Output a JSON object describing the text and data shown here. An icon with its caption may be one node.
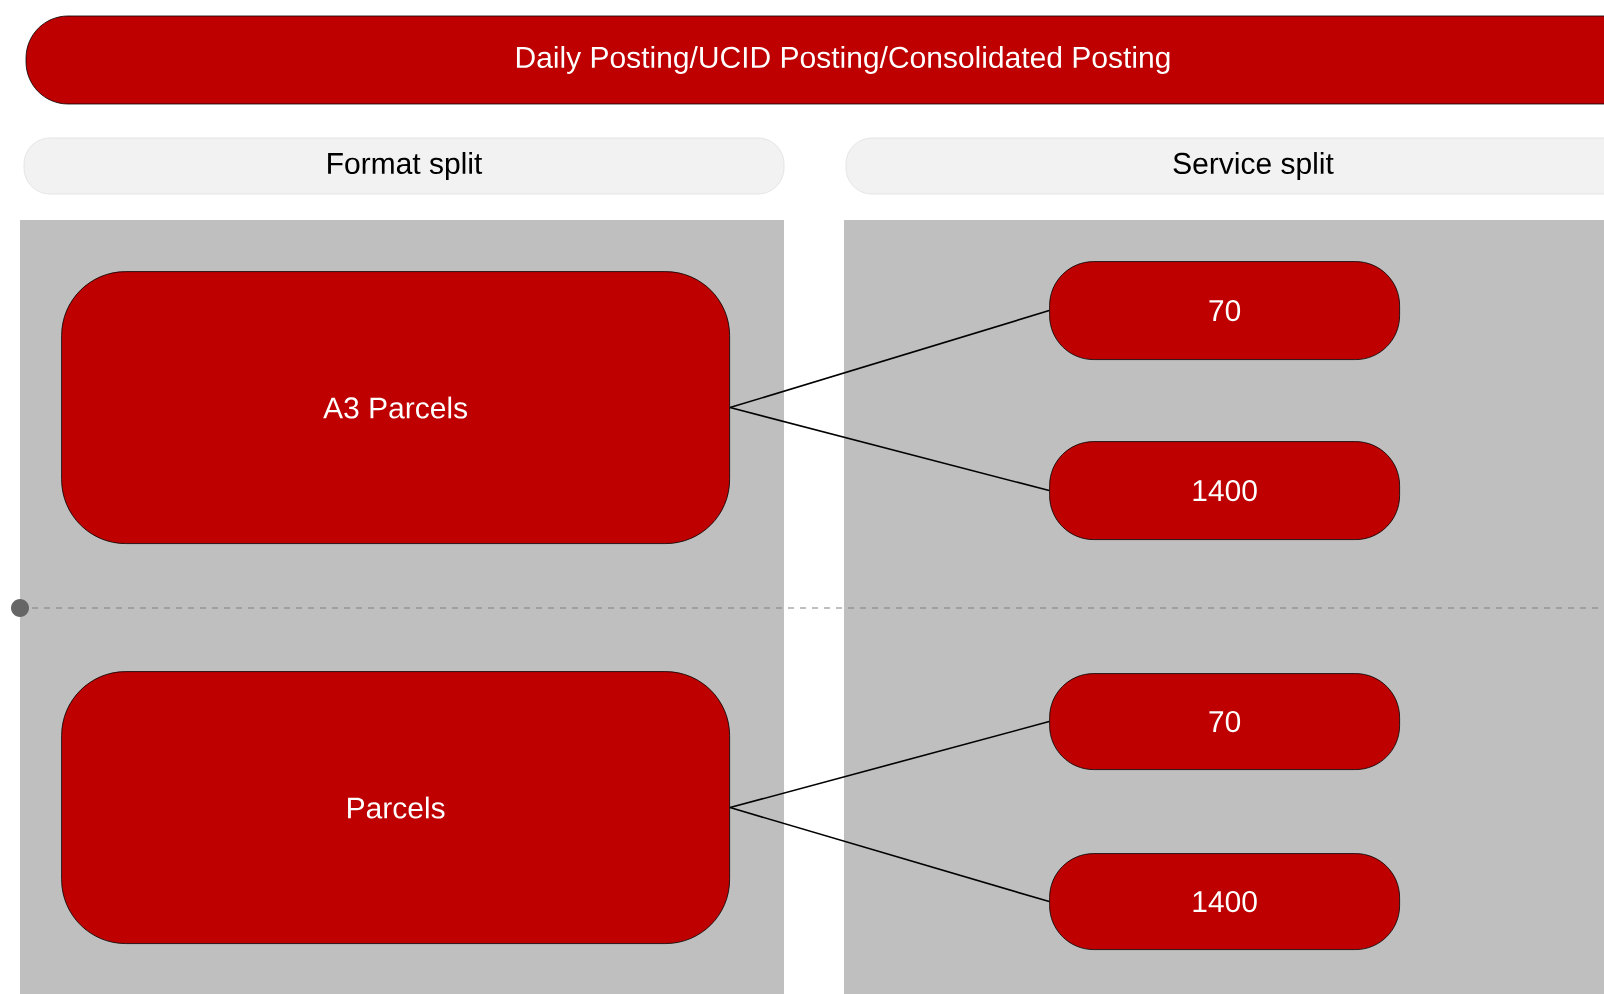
{
  "diagram": {
    "nodes": [
      {
        "text": [
          "Daily Posting/UCID Posting/Consolidated Posting"
        ]
      },
      {
        "text": [
          "Format split"
        ]
      },
      {
        "text": [
          "Service split"
        ]
      },
      {
        "text": [],
        "shape": "box"
      },
      {
        "text": [],
        "shape": "box"
      },
      {
        "text": [
          "A3 Parcels"
        ],
        "in": 3
      },
      {
        "text": [
          "70"
        ],
        "in": 4
      },
      {
        "text": [
          "1400"
        ],
        "in": 4
      },
      {
        "text": [
          "Parcels"
        ],
        "in": 3
      },
      {
        "text": [
          "70"
        ],
        "in": 4
      },
      {
        "text": [
          "1400"
        ],
        "in": 4
      }
    ],
    "edges": [
      {
        "from": 5,
        "to": 6,
        "arrow": "none"
      },
      {
        "from": 5,
        "to": 7,
        "arrow": "none"
      },
      {
        "from": 8,
        "to": 9,
        "arrow": "none"
      },
      {
        "from": 8,
        "to": 10,
        "arrow": "none"
      }
    ]
  }
}
